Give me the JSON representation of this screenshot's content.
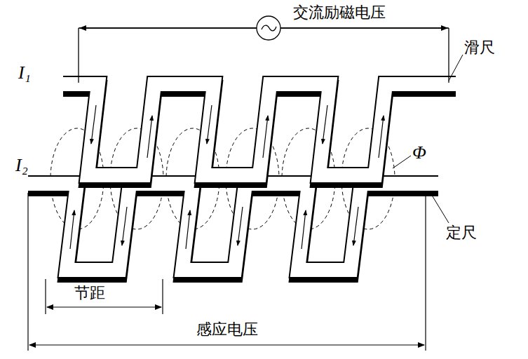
{
  "diagram": {
    "labels": [
      "交流励磁电压",
      "I₁",
      "滑尺",
      "I₂",
      "Φ",
      "定尺",
      "节距",
      "感应电压"
    ]
  }
}
